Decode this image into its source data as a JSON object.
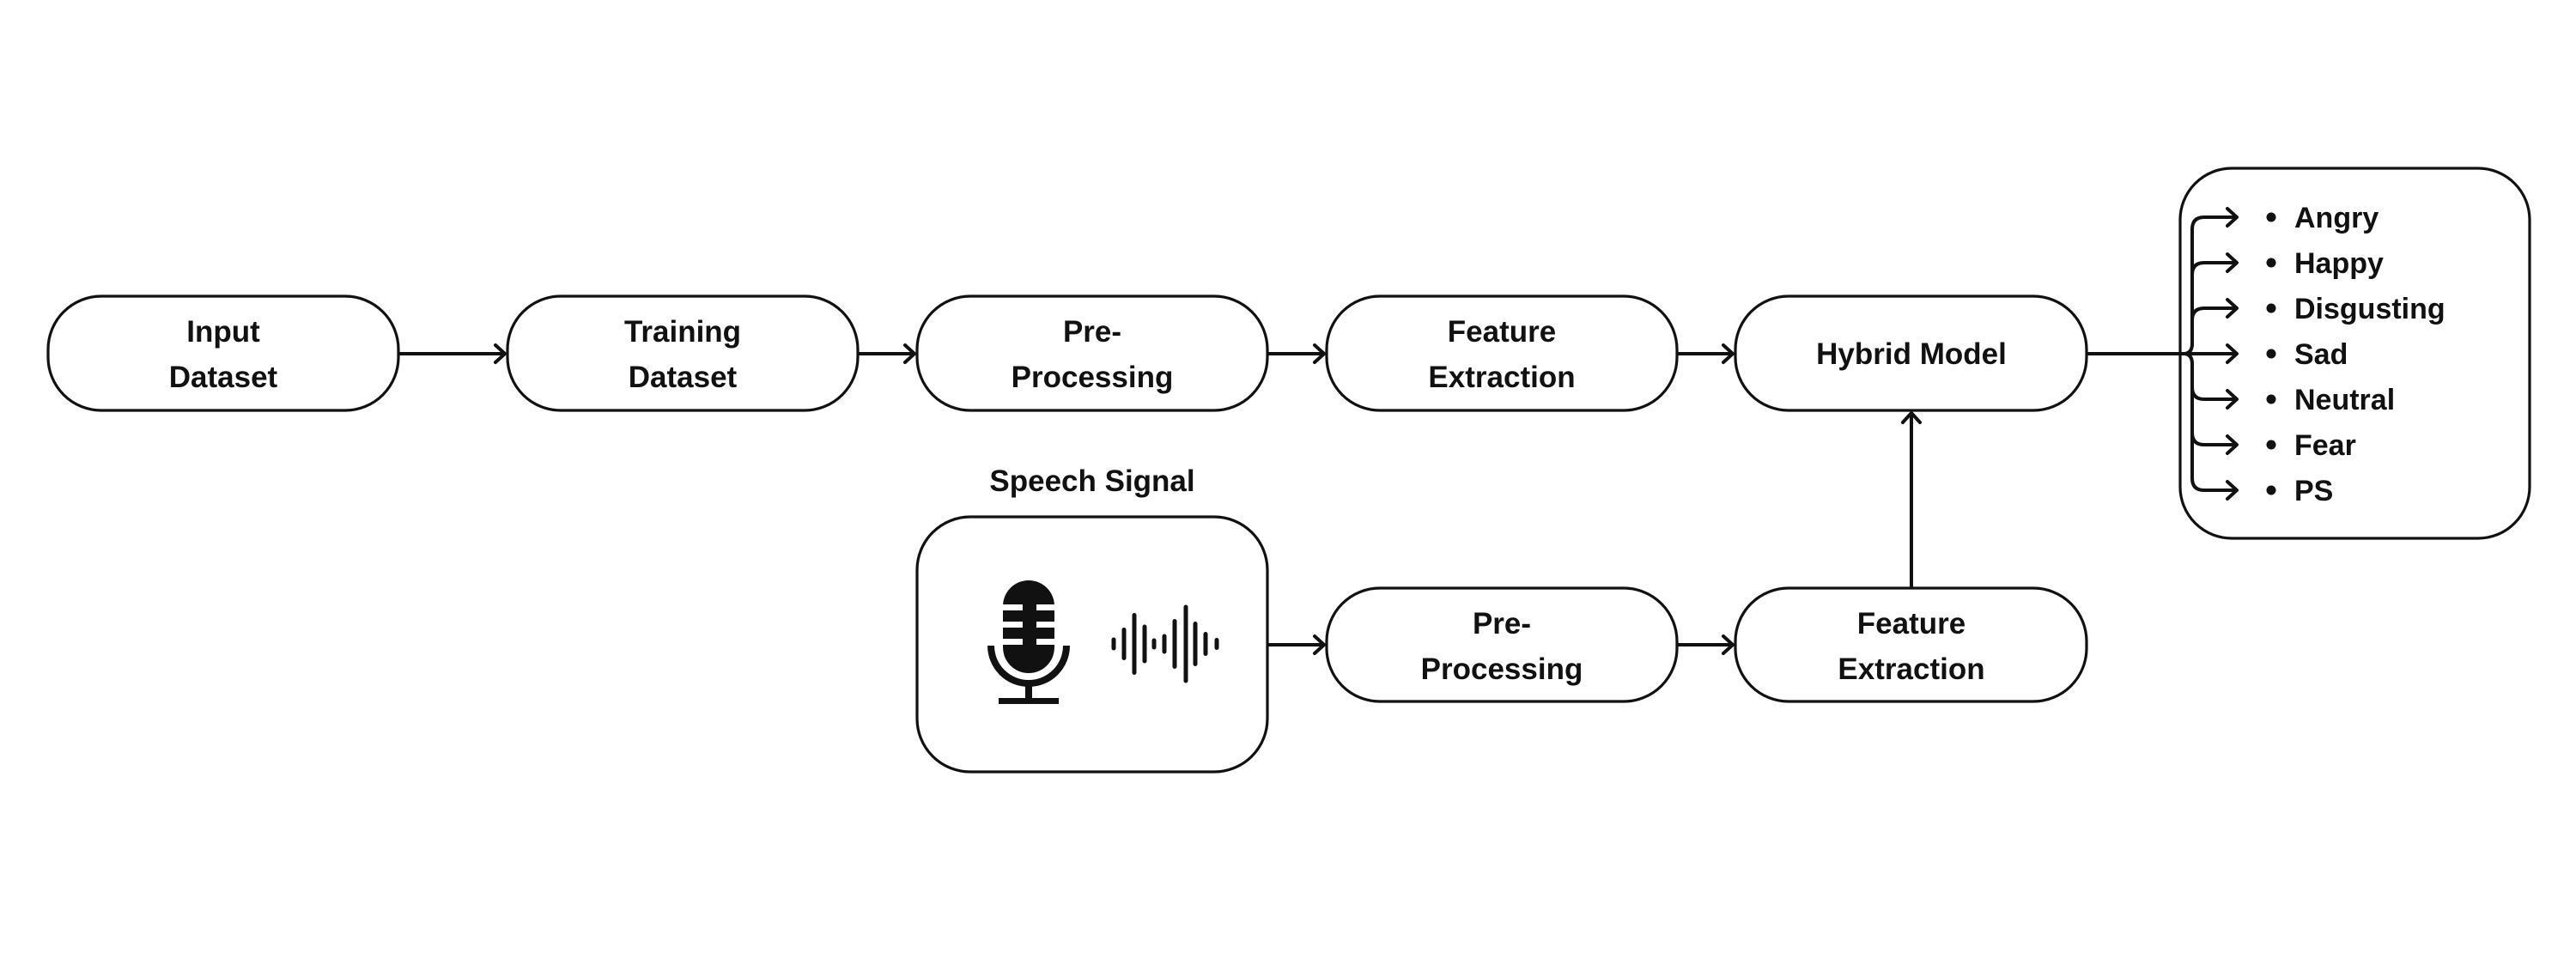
{
  "diagram": {
    "top_row": {
      "input_dataset": [
        "Input",
        "Dataset"
      ],
      "training_dataset": [
        "Training",
        "Dataset"
      ],
      "pre_processing": [
        "Pre-",
        "Processing"
      ],
      "feature_extraction": [
        "Feature",
        "Extraction"
      ],
      "hybrid_model": "Hybrid Model"
    },
    "bottom_row": {
      "speech_signal_label": "Speech Signal",
      "speech_icons": [
        "microphone-icon",
        "sound-wave-icon"
      ],
      "pre_processing": [
        "Pre-",
        "Processing"
      ],
      "feature_extraction": [
        "Feature",
        "Extraction"
      ]
    },
    "output": {
      "bullet": "•",
      "classes": [
        "Angry",
        "Happy",
        "Disgusting",
        "Sad",
        "Neutral",
        "Fear",
        "PS"
      ]
    },
    "edges": [
      {
        "from": "Input Dataset",
        "to": "Training Dataset"
      },
      {
        "from": "Training Dataset",
        "to": "Pre-Processing"
      },
      {
        "from": "Pre-Processing",
        "to": "Feature Extraction"
      },
      {
        "from": "Feature Extraction",
        "to": "Hybrid Model"
      },
      {
        "from": "Speech Signal",
        "to": "Pre-Processing (speech)"
      },
      {
        "from": "Pre-Processing (speech)",
        "to": "Feature Extraction (speech)"
      },
      {
        "from": "Feature Extraction (speech)",
        "to": "Hybrid Model"
      },
      {
        "from": "Hybrid Model",
        "to": "Emotion classes"
      }
    ],
    "colors": {
      "stroke": "#111111",
      "background": "#ffffff",
      "text": "#111111"
    }
  }
}
